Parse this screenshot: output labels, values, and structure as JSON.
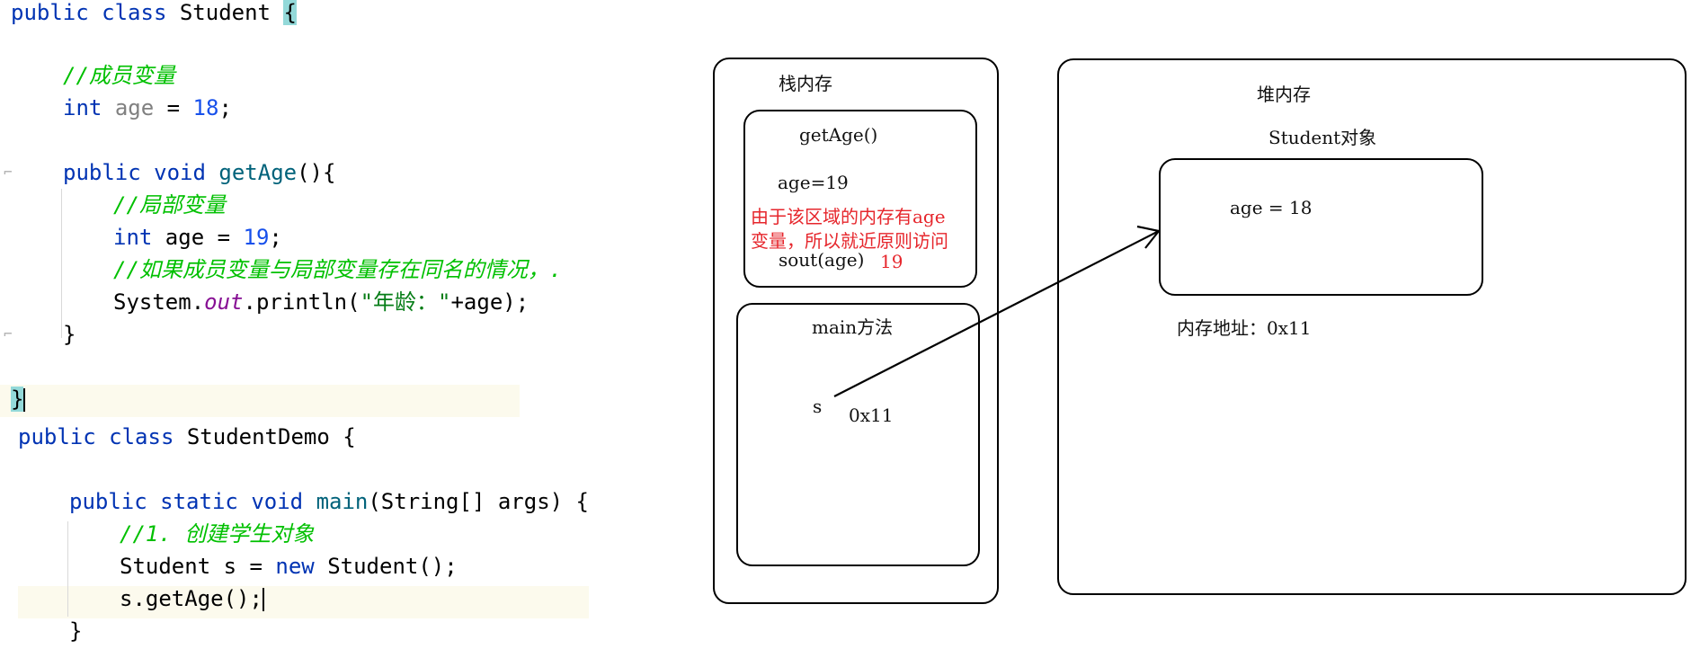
{
  "code": {
    "class1": {
      "kw_public": "public",
      "kw_class": "class",
      "name": "Student",
      "open_brace": "{",
      "comment_member": "//成员变量",
      "field_type": "int",
      "field_name": "age",
      "field_eq": " = ",
      "field_value": "18",
      "semi": ";",
      "method_kw_public": "public",
      "method_kw_void": "void",
      "method_name": "getAge",
      "method_parens": "(){",
      "comment_local": "//局部变量",
      "local_type": "int",
      "local_decl": " age = ",
      "local_value": "19",
      "comment_same_name": "//如果成员变量与局部变量存在同名的情况，.",
      "print_system": "System.",
      "print_out": "out",
      "print_call": ".println(",
      "print_string": "\"年龄：\"",
      "print_rest": "+age);",
      "method_close": "}",
      "class_close": "}"
    },
    "class2": {
      "kw_public": "public",
      "kw_class": "class",
      "name": "StudentDemo",
      "open_brace": " {",
      "main_kw_public": "public",
      "main_kw_static": "static",
      "main_kw_void": "void",
      "main_name": "main",
      "main_params": "(String[] args) {",
      "comment_create": "//1. 创建学生对象",
      "new_decl": "Student s = ",
      "kw_new": "new",
      "new_call": " Student();",
      "call_getage": "s.getAge();",
      "main_close": "}"
    }
  },
  "diagram": {
    "stack_title": "栈内存",
    "heap_title": "堆内存",
    "getage_frame": {
      "title": "getAge()",
      "local_var": "age=19",
      "note_line1": "由于该区域的内存有age",
      "note_line2": "变量，所以就近原则访问",
      "sout": "sout(age)",
      "sout_result": "19"
    },
    "main_frame": {
      "title": "main方法",
      "var_name": "s",
      "var_value": "0x11"
    },
    "student_object": {
      "title": "Student对象",
      "field": "age = 18",
      "address_label": "内存地址：0x11"
    }
  },
  "colors": {
    "keyword": "#0033b3",
    "method": "#00627a",
    "number": "#1750eb",
    "comment": "#00c000",
    "static_field": "#871094",
    "note": "#e6262c",
    "brace_highlight": "#93d9d9",
    "line_highlight": "#fcfaed"
  }
}
